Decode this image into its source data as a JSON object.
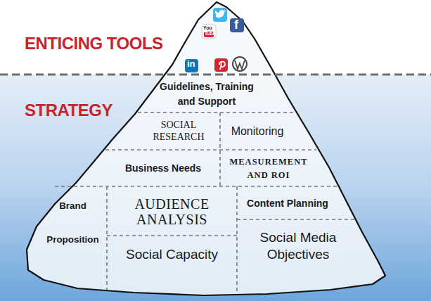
{
  "diagram": {
    "nodes": [
      {
        "text": [
          "Guidelines, Training and Support"
        ]
      },
      {
        "text": [
          "SOCIAL RESEARCH"
        ]
      },
      {
        "text": [
          "Monitoring"
        ]
      },
      {
        "text": [
          "Business Needs"
        ]
      },
      {
        "text": [
          "MEASUREMENT AND ROI"
        ]
      },
      {
        "text": [
          "Brand Proposition"
        ]
      },
      {
        "text": [
          "AUDIENCE ANALYSIS"
        ]
      },
      {
        "text": [
          "Content Planning"
        ]
      },
      {
        "text": [
          "Social Capacity"
        ]
      },
      {
        "text": [
          "Social Media Objectives"
        ]
      }
    ],
    "labels": [
      "ENTICING TOOLS",
      "STRATEGY",
      "You",
      "Tube",
      "f",
      "in"
    ]
  }
}
